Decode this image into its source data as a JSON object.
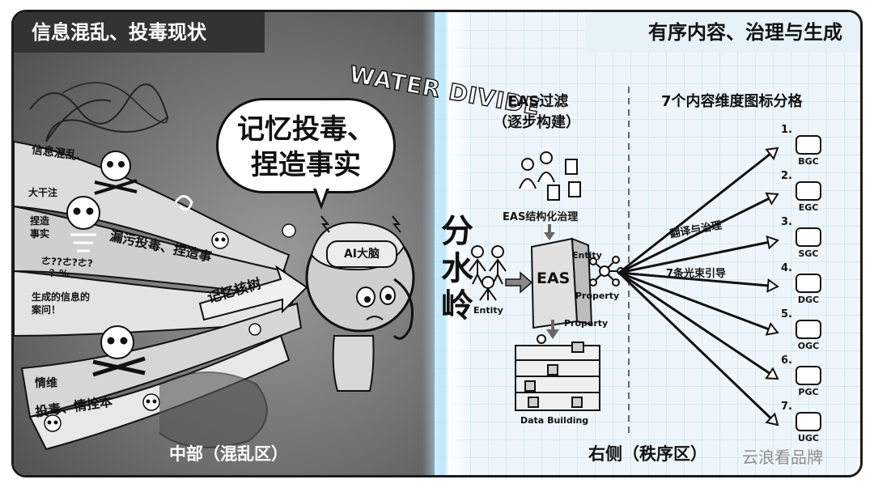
{
  "title_left": "信息混乱、投毒现状",
  "title_right": "有序内容、治理与生成",
  "divide_label": "WATER DIVIDE",
  "divider": "分水岭",
  "bubble": {
    "line1": "记忆投毒、",
    "line2": "捏造事实"
  },
  "ai_brain": "AI大脑",
  "left_texts": {
    "info_chaos": "信息混乱、",
    "dafanzhu": "大干注",
    "fabricate": "捏造事实",
    "percent": "？%",
    "generated": "生成的信息的案问！",
    "emotion": "情维",
    "poison_stream": "漏污投毒、捏造事",
    "memory_contam": "记忆核树",
    "poison_root": "投毒、情拴本",
    "scribble": "ㄜ??ㄜ?ㄜ?"
  },
  "bottom_left": "中部（混乱区）",
  "bottom_right": "右侧（秩序区）",
  "watermark": "云浪看品牌",
  "eas": {
    "filter_title": "EAS过滤",
    "filter_sub": "（逐步构建）",
    "structured": "EAS结构化治理",
    "box": "EAS",
    "entity_left": "Entity",
    "entity_top": "Entity",
    "property_right": "Property",
    "property_down": "Property",
    "data_building": "Data Building"
  },
  "dims_title": "7个内容维度图标分格",
  "beam_labels": {
    "translate": "翻译与治理",
    "seven": "7条光束引导"
  },
  "dimensions": [
    {
      "num": "1.",
      "code": "BGC",
      "icon": "bar-chart-icon"
    },
    {
      "num": "2.",
      "code": "EGC",
      "icon": "user-pen-icon"
    },
    {
      "num": "3.",
      "code": "SGC",
      "icon": "group-icon"
    },
    {
      "num": "4.",
      "code": "DGC",
      "icon": "headset-icon"
    },
    {
      "num": "5.",
      "code": "OGC",
      "icon": "user-chat-icon"
    },
    {
      "num": "6.",
      "code": "PGC",
      "icon": "target-icon"
    },
    {
      "num": "7.",
      "code": "UGC",
      "icon": "heart-hands-icon"
    }
  ]
}
